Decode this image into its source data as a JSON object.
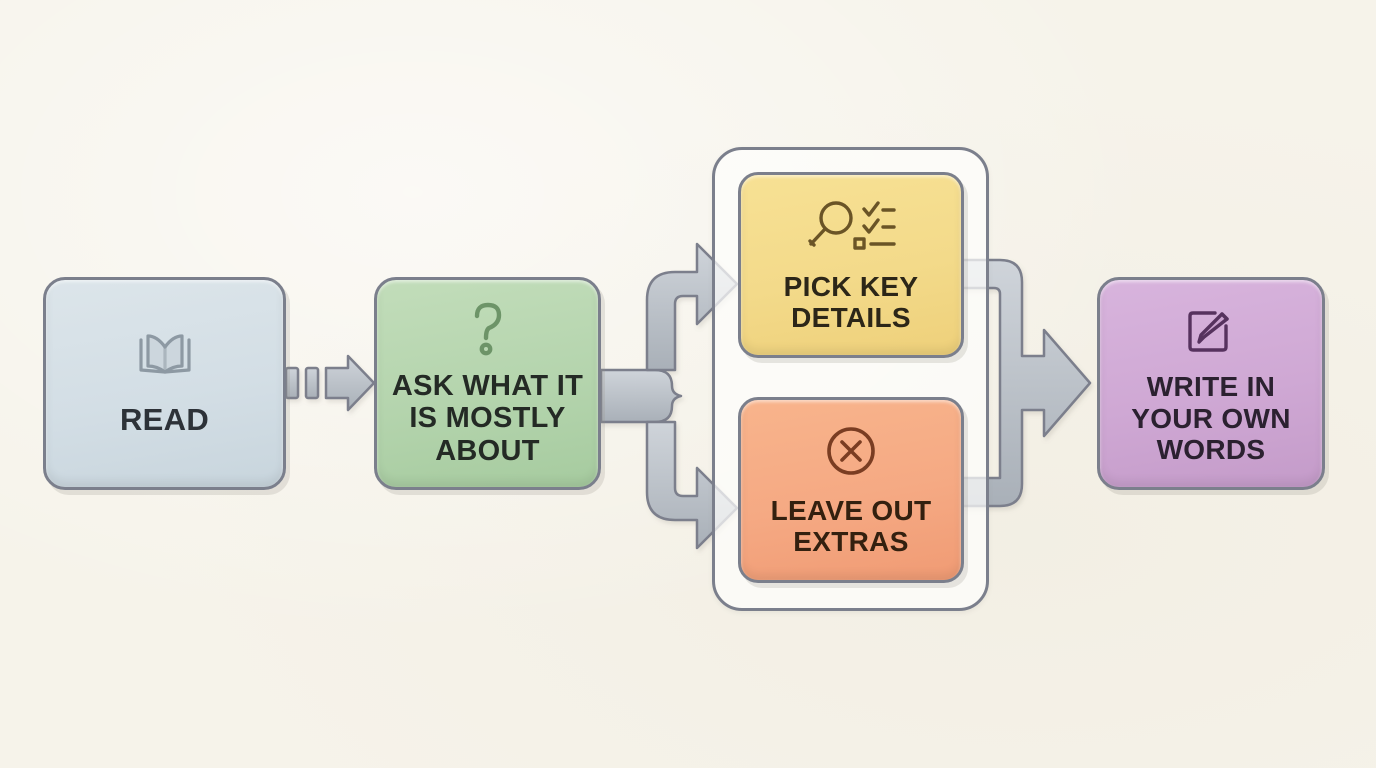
{
  "diagram": {
    "type": "flowchart",
    "title": "Summarizing steps flow",
    "background_color": "#f6f3ea",
    "connector_color": "#b9bfc7",
    "connector_stroke": "#7b7f8c",
    "nodes": [
      {
        "id": "read",
        "label": "READ",
        "icon": "open-book-icon",
        "fill_color": "#d3dee5",
        "text_color": "#2d3238",
        "order": 1
      },
      {
        "id": "ask",
        "label": "ASK WHAT IT\nIS MOSTLY\nABOUT",
        "icon": "question-mark-icon",
        "fill_color": "#b4d4ad",
        "text_color": "#242a25",
        "order": 2
      },
      {
        "id": "pick",
        "label": "PICK KEY\nDETAILS",
        "icon": "magnifier-checklist-icon",
        "fill_color": "#f3da8a",
        "text_color": "#2c2618",
        "order": 3,
        "branch": "top"
      },
      {
        "id": "leave",
        "label": "LEAVE OUT\nEXTRAS",
        "icon": "x-circle-icon",
        "fill_color": "#f5a983",
        "text_color": "#33200f",
        "order": 3,
        "branch": "bottom"
      },
      {
        "id": "write",
        "label": "WRITE IN\nYOUR OWN\nWORDS",
        "icon": "pencil-square-icon",
        "fill_color": "#cfa8d4",
        "text_color": "#2b2130",
        "order": 4
      }
    ],
    "group": {
      "id": "branch-group",
      "contains": [
        "pick",
        "leave"
      ],
      "border_color": "#7b7f8c"
    },
    "connectors": [
      {
        "from": "read",
        "to": "ask",
        "style": "dashed-arrow"
      },
      {
        "from": "ask",
        "to": "pick",
        "style": "fork-arrow-up"
      },
      {
        "from": "ask",
        "to": "leave",
        "style": "fork-arrow-down"
      },
      {
        "from": "pick",
        "to": "write",
        "style": "merge-arrow"
      },
      {
        "from": "leave",
        "to": "write",
        "style": "merge-arrow"
      }
    ]
  }
}
